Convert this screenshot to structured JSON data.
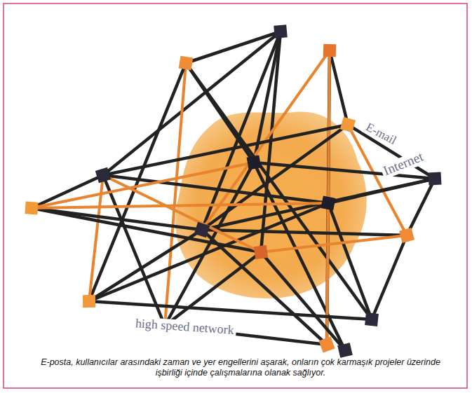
{
  "diagram": {
    "caption": "E-posta, kullanıcılar arasındaki zaman ve yer engellerini aşarak, onların çok karmaşık projeler üzerinde işbirliği içinde çalışmalarına olanak sağlıyor.",
    "labels": [
      "E-mail",
      "Internet",
      "high speed network"
    ]
  }
}
